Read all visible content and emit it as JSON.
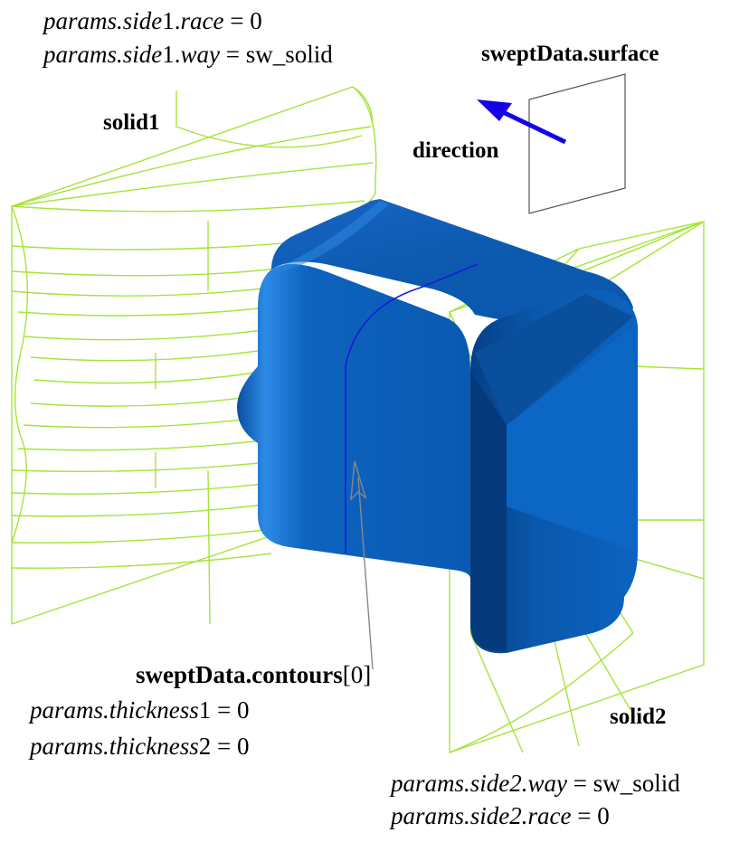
{
  "labels": {
    "side1_race": {
      "prefix": "params.side",
      "num": "1",
      "dot": ".",
      "field": "race",
      "rest": " = 0"
    },
    "side1_way": {
      "prefix": "params.side",
      "num": "1",
      "dot": ".",
      "field": "way",
      "rest": " = sw_solid"
    },
    "swept_surface": "sweptData.surface",
    "solid1": "solid1",
    "direction": "direction",
    "solid2": "solid2",
    "contours": {
      "name": "sweptData.contours",
      "index": "[0]"
    },
    "thickness1": {
      "prefix": "params.thickness",
      "num": "1",
      "rest": " = 0"
    },
    "thickness2": {
      "prefix": "params.thickness",
      "num": "2",
      "rest": " = 0"
    },
    "side2_way": {
      "prefix": "params.side2.way",
      "rest": " = sw_solid"
    },
    "side2_race": {
      "prefix": "params.side2.race",
      "rest": " = 0"
    }
  },
  "colors": {
    "wireframe": "#a6e33a",
    "body_blue": "#0a5fb8",
    "body_light": "#2a86e0",
    "body_dark": "#053e84",
    "arrow_blue": "#1400e8",
    "surface_outline": "#555555",
    "pointer": "#888888"
  }
}
